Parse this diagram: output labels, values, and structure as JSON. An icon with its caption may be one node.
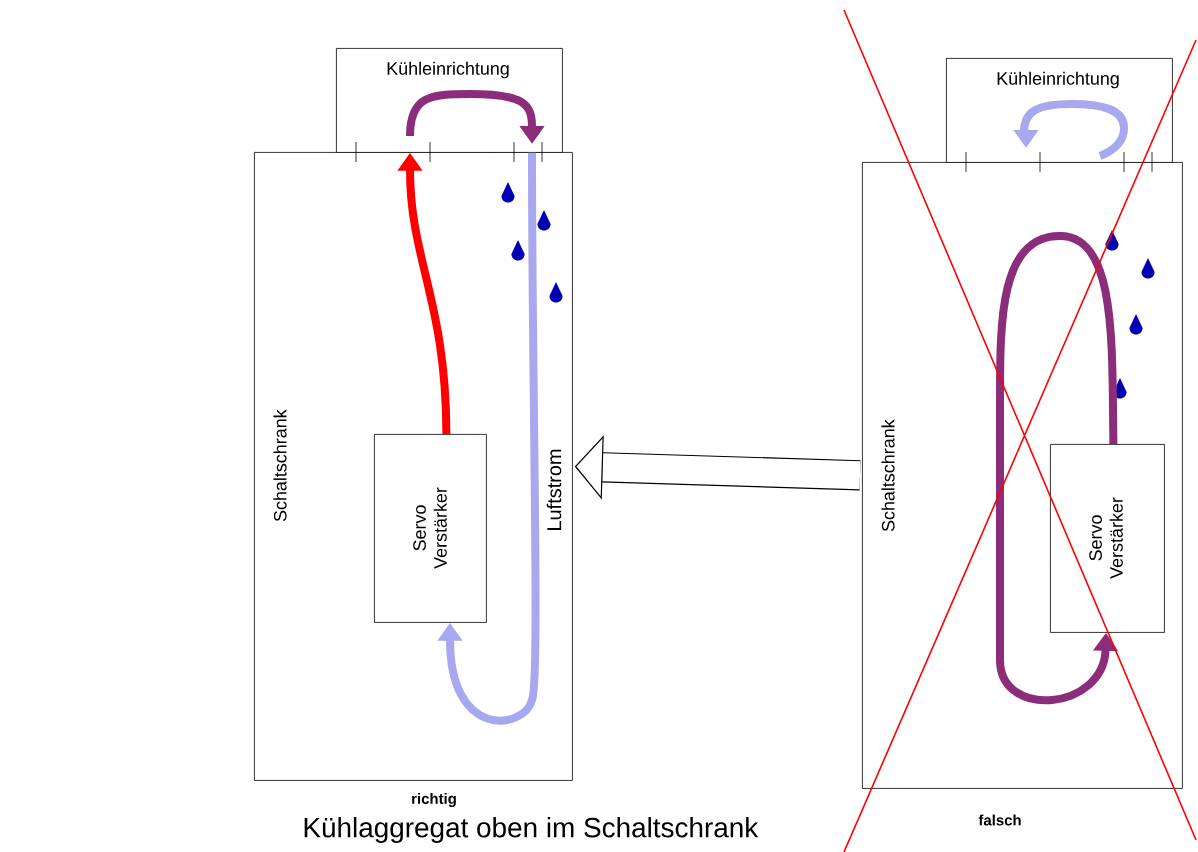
{
  "diagram": {
    "caption": "Kühlaggregat oben im Schaltschrank",
    "nodes": [
      {
        "text": [
          "Schaltschrank"
        ]
      },
      {
        "text": [
          "Kühleinrichtung"
        ]
      },
      {
        "text": [
          "Servo Verstärker"
        ],
        "in": 0
      },
      {
        "text": [
          "Schaltschrank"
        ]
      },
      {
        "text": [
          "Kühleinrichtung"
        ]
      },
      {
        "text": [
          "Servo Verstärker"
        ],
        "in": 3
      }
    ],
    "edges": [
      {
        "from": 2,
        "to": 1,
        "arrow": "to",
        "color": "#ff0000"
      },
      {
        "from": 1,
        "to": 2,
        "arrow": "to",
        "color": "#a8a8f0"
      },
      {
        "from": 5,
        "to": 5,
        "arrow": "to",
        "color": "#8b2d7a"
      },
      {
        "from": 3,
        "to": 0,
        "arrow": "to",
        "style": "thick",
        "color": "#000000"
      }
    ],
    "labels": [
      "Luftstrom",
      "richtig",
      "falsch"
    ]
  }
}
